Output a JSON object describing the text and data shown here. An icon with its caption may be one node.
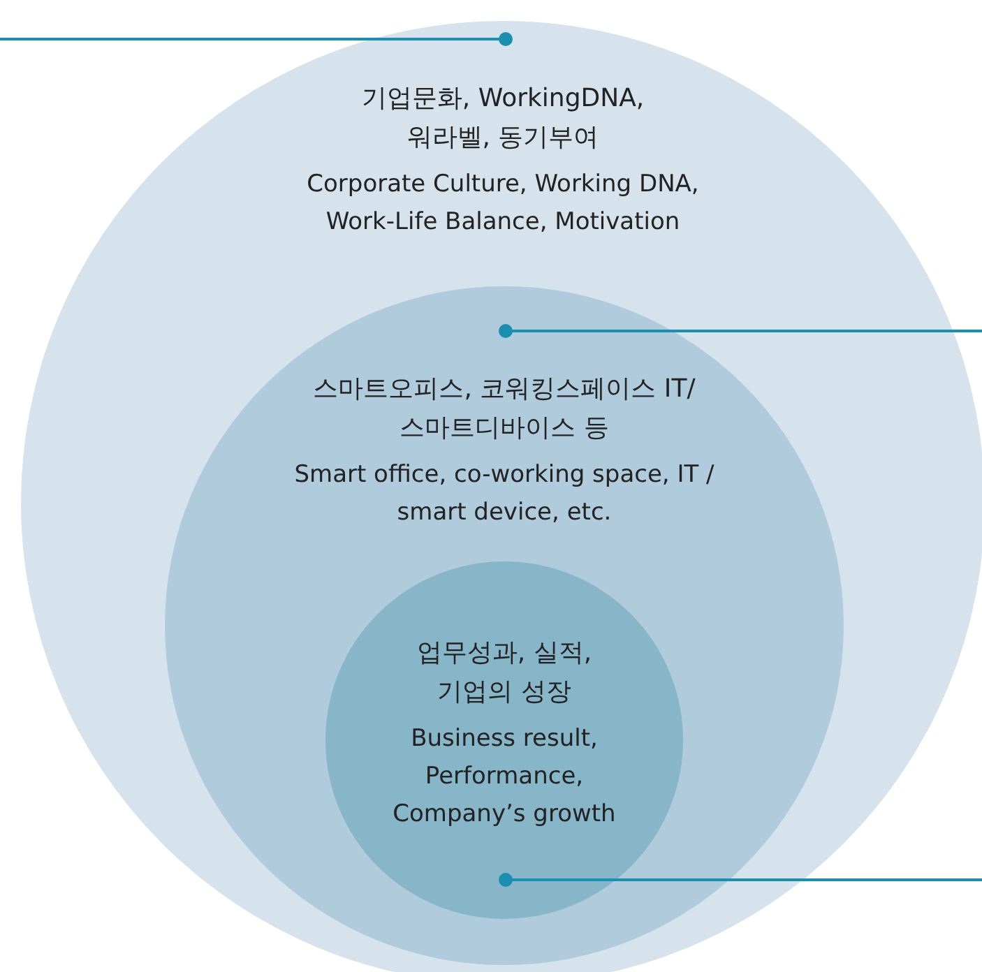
{
  "diagram": {
    "nodes": [
      {
        "text": [
          "기업문화, WorkingDNA, 워라벨, 동기부여",
          "Corporate Culture, Working DNA, Work-Life Balance, Motivation"
        ]
      },
      {
        "text": [
          "스마트오피스, 코워킹스페이스 IT/ 스마트디바이스 등",
          "Smart office, co-working space, IT / smart device, etc."
        ],
        "in": 0
      },
      {
        "text": [
          "업무성과, 실적, 기업의 성장",
          "Business result, Performance, Company’s growth"
        ],
        "in": 1
      }
    ],
    "edges": [
      {
        "from": 0,
        "to": null,
        "arrow": "other"
      },
      {
        "from": 1,
        "to": null,
        "arrow": "other"
      },
      {
        "from": 2,
        "to": null,
        "arrow": "other"
      }
    ]
  }
}
